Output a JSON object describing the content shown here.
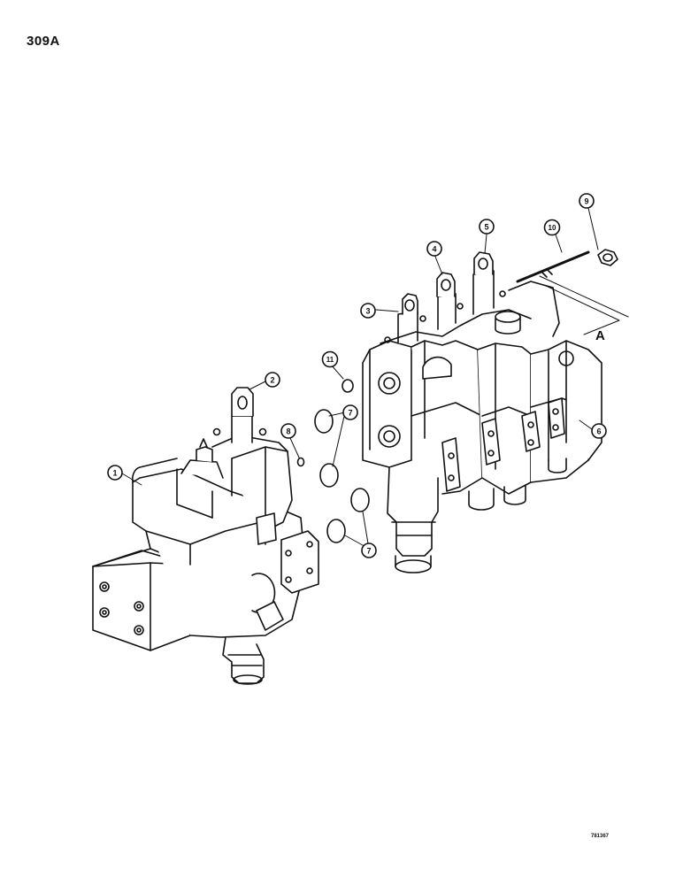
{
  "page": {
    "number": "309A",
    "reference_code": "781367"
  },
  "callouts": [
    {
      "id": "c1",
      "label": "1"
    },
    {
      "id": "c2",
      "label": "2"
    },
    {
      "id": "c3",
      "label": "3"
    },
    {
      "id": "c4",
      "label": "4"
    },
    {
      "id": "c5",
      "label": "5"
    },
    {
      "id": "c6",
      "label": "6"
    },
    {
      "id": "c7a",
      "label": "7"
    },
    {
      "id": "c7b",
      "label": "7"
    },
    {
      "id": "c8",
      "label": "8"
    },
    {
      "id": "c9",
      "label": "9"
    },
    {
      "id": "c10",
      "label": "10"
    },
    {
      "id": "c11",
      "label": "11"
    }
  ],
  "section_label": "A"
}
